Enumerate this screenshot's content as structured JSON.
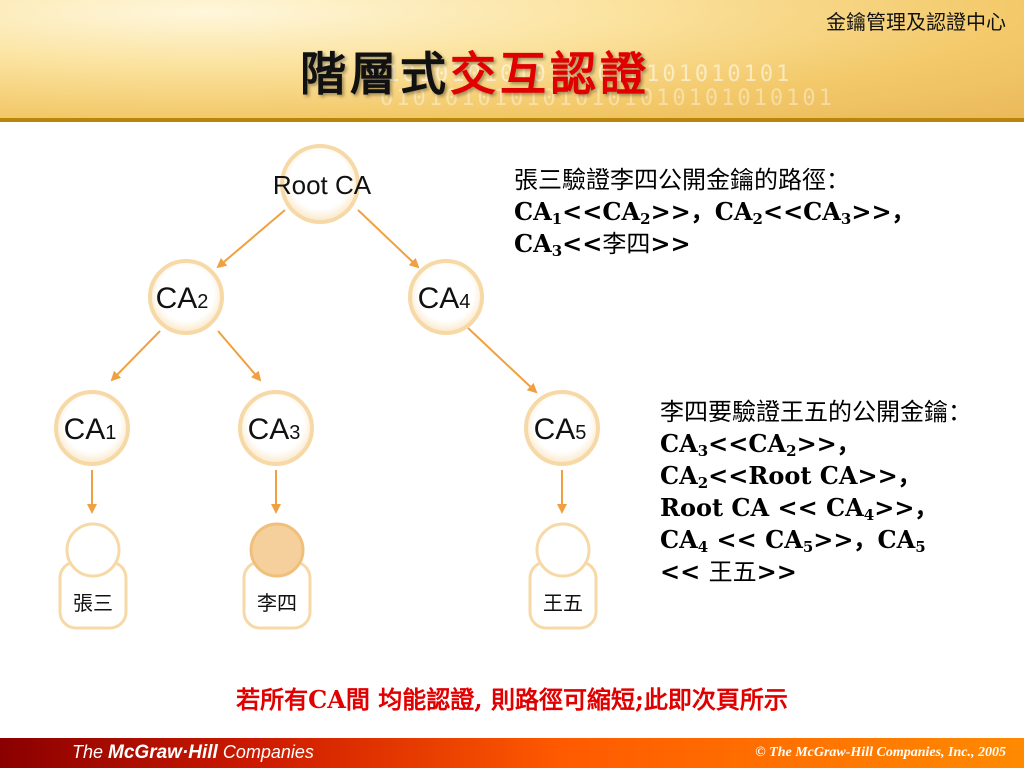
{
  "header": {
    "org_name": "金鑰管理及認證中心",
    "title_part1": "階層式",
    "title_part2": "交互認證",
    "binary_pattern": "01010101010101010101010101",
    "binary_pattern2": "0101010101010101010101010101"
  },
  "diagram": {
    "nodes": [
      {
        "base": "Root CA",
        "sub": ""
      },
      {
        "base": "CA",
        "sub": "2"
      },
      {
        "base": "CA",
        "sub": "4"
      },
      {
        "base": "CA",
        "sub": "1"
      },
      {
        "base": "CA",
        "sub": "3"
      },
      {
        "base": "CA",
        "sub": "5"
      }
    ],
    "users": [
      "張三",
      "李四",
      "王五"
    ],
    "colors": {
      "arrow": "#f0a040",
      "ring": "#f6d9a6",
      "highlight_user": "#f5cf9c"
    }
  },
  "text_path1": {
    "intro": "張三驗證李四公開金鑰的路徑：",
    "line2": [
      "CA",
      "1",
      "<<CA",
      "2",
      ">>，CA",
      "2",
      "<<CA",
      "3",
      ">>，"
    ],
    "line3": [
      "CA",
      "3",
      "<<",
      "李四",
      ">>"
    ]
  },
  "text_path2": {
    "intro": "李四要驗證王五的公開金鑰：",
    "seg1": [
      "CA",
      "3",
      "<<CA",
      "2",
      ">>，"
    ],
    "seg2": [
      "CA",
      "2",
      "<<Root CA>>，"
    ],
    "seg3": [
      "Root CA << CA",
      "4",
      ">>，"
    ],
    "seg4": [
      "CA",
      "4",
      " << CA",
      "5",
      ">>，CA",
      "5"
    ],
    "seg5": [
      "<< ",
      "王五",
      ">>"
    ]
  },
  "note": "若所有CA間 均能認證, 則路徑可縮短;此即次頁所示",
  "footer": {
    "logo_the": "The ",
    "logo_brand": "McGraw·Hill",
    "logo_companies": " Companies",
    "copyright": "© The McGraw-Hill Companies, Inc., 2005"
  }
}
